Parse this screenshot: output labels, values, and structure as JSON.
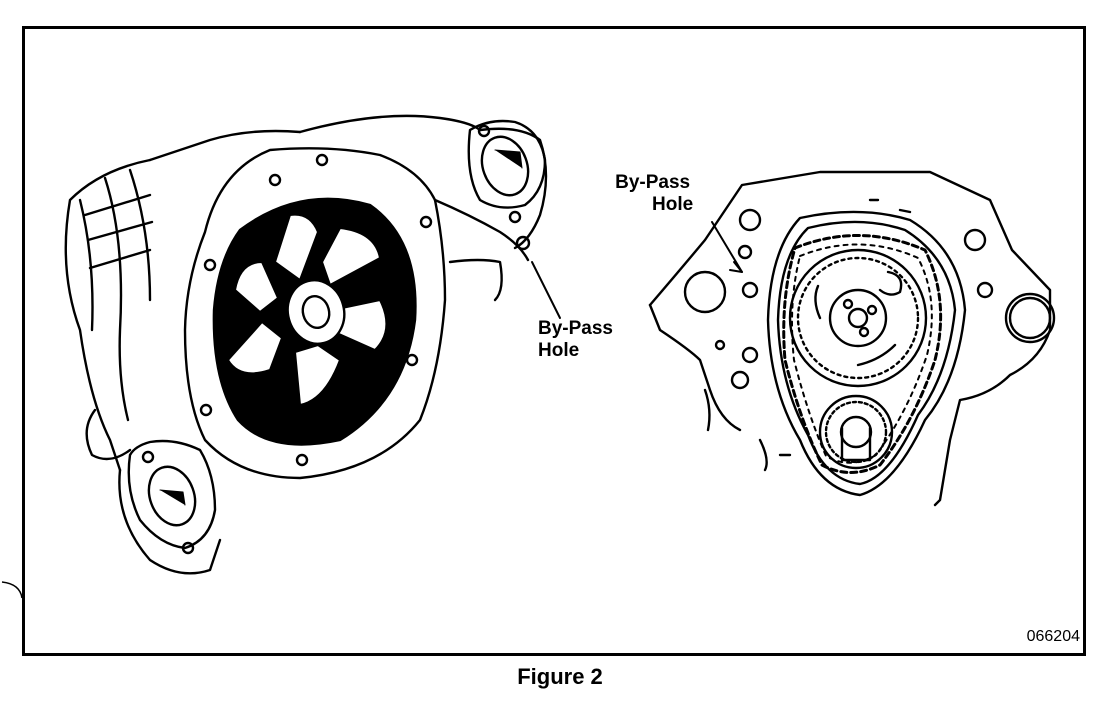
{
  "callouts": {
    "pump_bypass": {
      "line1": "By-Pass",
      "line2": "Hole"
    },
    "block_bypass": {
      "line1": "By-Pass",
      "line2": "Hole"
    }
  },
  "figure_number": "066204",
  "caption": "Figure 2"
}
